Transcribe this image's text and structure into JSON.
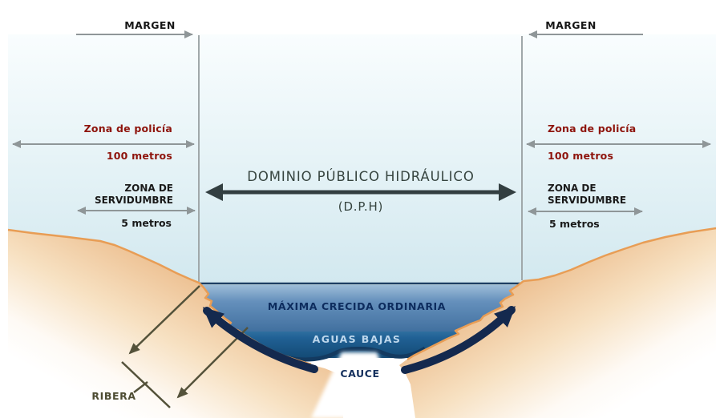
{
  "diagram": {
    "margen_left": "MARGEN",
    "margen_right": "MARGEN",
    "policia_left": {
      "label": "Zona de policía",
      "distance": "100 metros"
    },
    "policia_right": {
      "label": "Zona de policía",
      "distance": "100 metros"
    },
    "servidumbre_left": {
      "line1": "ZONA DE",
      "line2": "SERVIDUMBRE",
      "distance": "5 metros"
    },
    "servidumbre_right": {
      "line1": "ZONA DE",
      "line2": "SERVIDUMBRE",
      "distance": "5 metros"
    },
    "dph": {
      "title": "DOMINIO PÚBLICO HIDRÁULICO",
      "abbr": "(D.P.H)"
    },
    "river": {
      "maxima": "MÁXIMA CRECIDA ORDINARIA",
      "aguas": "AGUAS BAJAS",
      "cauce": "CAUCE",
      "ribera": "RIBERA"
    },
    "colors": {
      "policia_red": "#8e140c",
      "dph_slate": "#36443f",
      "navy_arrow": "#14294e",
      "water_surface_light": "#9dbdd8",
      "water_surface_dark": "#41709f",
      "aguas_top": "#2e6f9f",
      "aguas_bottom": "#134a75",
      "terrain_tan": "#edbe8e",
      "terrain_edge_orange": "#e89d55",
      "sky_top": "#f9fdfe",
      "sky_bottom": "#d2e8ef",
      "dimension_gray": "#8f9698",
      "ribera_olive": "#54523a"
    }
  }
}
